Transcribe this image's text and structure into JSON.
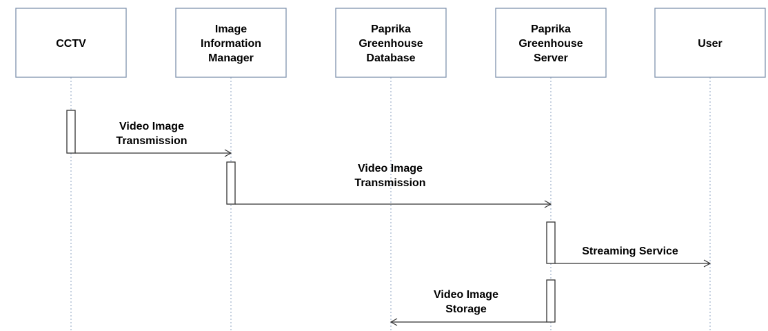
{
  "participants": [
    {
      "id": "cctv",
      "lines": [
        "CCTV"
      ]
    },
    {
      "id": "image-information-manager",
      "lines": [
        "Image",
        "Information",
        "Manager"
      ]
    },
    {
      "id": "paprika-greenhouse-database",
      "lines": [
        "Paprika",
        "Greenhouse",
        "Database"
      ]
    },
    {
      "id": "paprika-greenhouse-server",
      "lines": [
        "Paprika",
        "Greenhouse",
        "Server"
      ]
    },
    {
      "id": "user",
      "lines": [
        "User"
      ]
    }
  ],
  "messages": [
    {
      "id": "msg-1",
      "from": "cctv",
      "to": "image-information-manager",
      "lines": [
        "Video Image",
        "Transmission"
      ]
    },
    {
      "id": "msg-2",
      "from": "image-information-manager",
      "to": "paprika-greenhouse-server",
      "lines": [
        "Video Image",
        "Transmission"
      ]
    },
    {
      "id": "msg-3",
      "from": "paprika-greenhouse-server",
      "to": "user",
      "lines": [
        "Streaming Service"
      ]
    },
    {
      "id": "msg-4",
      "from": "paprika-greenhouse-server",
      "to": "paprika-greenhouse-database",
      "lines": [
        "Video Image",
        "Storage"
      ]
    }
  ],
  "colors": {
    "box_border": "#7f93ad",
    "lifeline": "#8ca3c2",
    "line": "#333333",
    "text": "#000000"
  }
}
